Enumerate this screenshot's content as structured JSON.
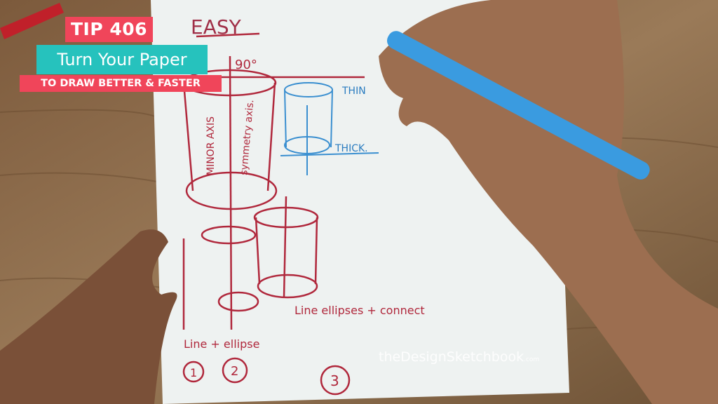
{
  "overlay": {
    "tip_label": "TIP 406",
    "title": "Turn Your Paper",
    "subtitle": "TO DRAW BETTER & FASTER"
  },
  "sketch_text": {
    "easy": "EASY",
    "angle": "90°",
    "minor_axis": "MINOR AXIS",
    "symmetry_axis": "symmetry axis.",
    "thin": "THIN",
    "thick": "THICK.",
    "line_ellipse": "Line + ellipse",
    "line_ellipses_connect": "Line ellipses + connect",
    "step1": "1",
    "step2": "2",
    "step3": "3"
  },
  "watermark": {
    "brand": "theDesignSketchbook",
    "suffix": ".com"
  },
  "colors": {
    "tip_bg": "#f0455a",
    "title_bg": "#26c2bd",
    "ink": "#b0283c",
    "pen": "#3a9be0",
    "wood": "#8a6a4a",
    "paper": "#eef2f1"
  }
}
